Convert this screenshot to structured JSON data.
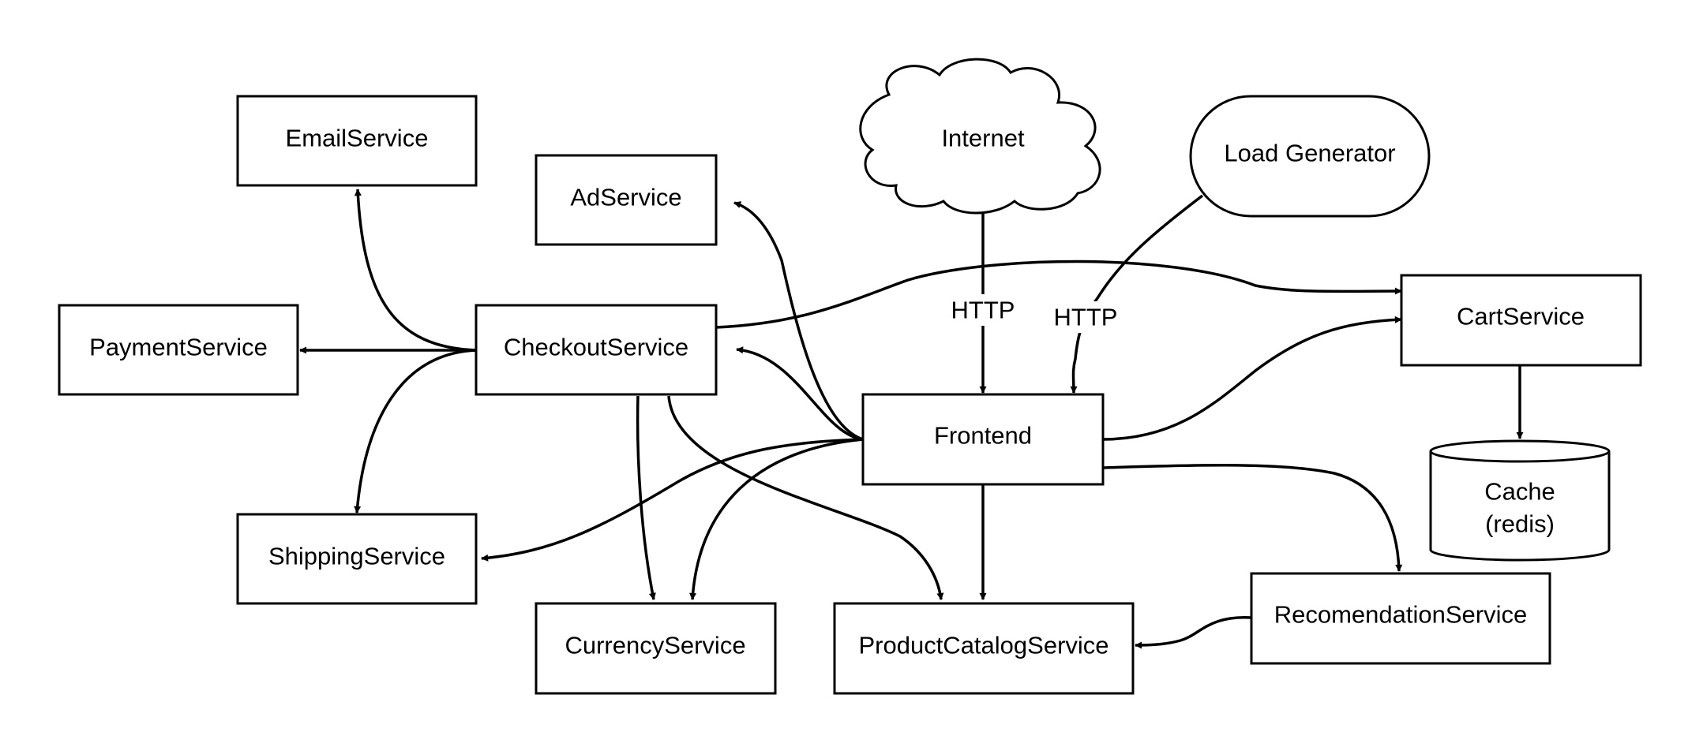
{
  "colors": {
    "background": "#ffffff",
    "stroke": "#000000",
    "text": "#000000"
  },
  "nodes": {
    "email_service": "EmailService",
    "ad_service": "AdService",
    "internet": "Internet",
    "load_generator": "Load Generator",
    "payment_service": "PaymentService",
    "checkout_service": "CheckoutService",
    "cart_service": "CartService",
    "frontend": "Frontend",
    "cache_line1": "Cache",
    "cache_line2": "(redis)",
    "shipping_service": "ShippingService",
    "currency_service": "CurrencyService",
    "product_catalog_service": "ProductCatalogService",
    "recommendation_service": "RecomendationService"
  },
  "edge_labels": {
    "internet_to_frontend": "HTTP",
    "loadgen_to_frontend": "HTTP"
  }
}
